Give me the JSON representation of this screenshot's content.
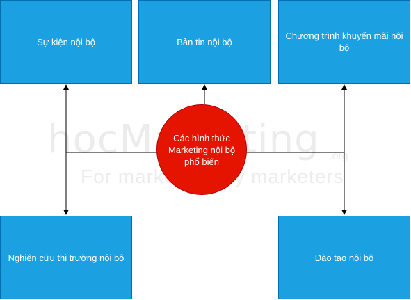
{
  "watermark": {
    "brand": "hocMarketing",
    "suffix": ".org",
    "tagline": "For marketers, by marketers"
  },
  "center": {
    "label": "Các hình thức Marketing nội bộ phổ biến"
  },
  "boxes": {
    "top_left": "Sự kiện nội bộ",
    "top_center": "Bản tin nội bộ",
    "top_right": "Chương trình khuyến mãi nội bộ",
    "bottom_left": "Nghiên cứu thị trường nội bộ",
    "bottom_right": "Đào tạo nội bộ"
  },
  "colors": {
    "box_fill": "#1ba1e2",
    "box_border": "#006eaf",
    "center_fill": "#e51400",
    "center_border": "#b20000",
    "line": "#000000"
  }
}
